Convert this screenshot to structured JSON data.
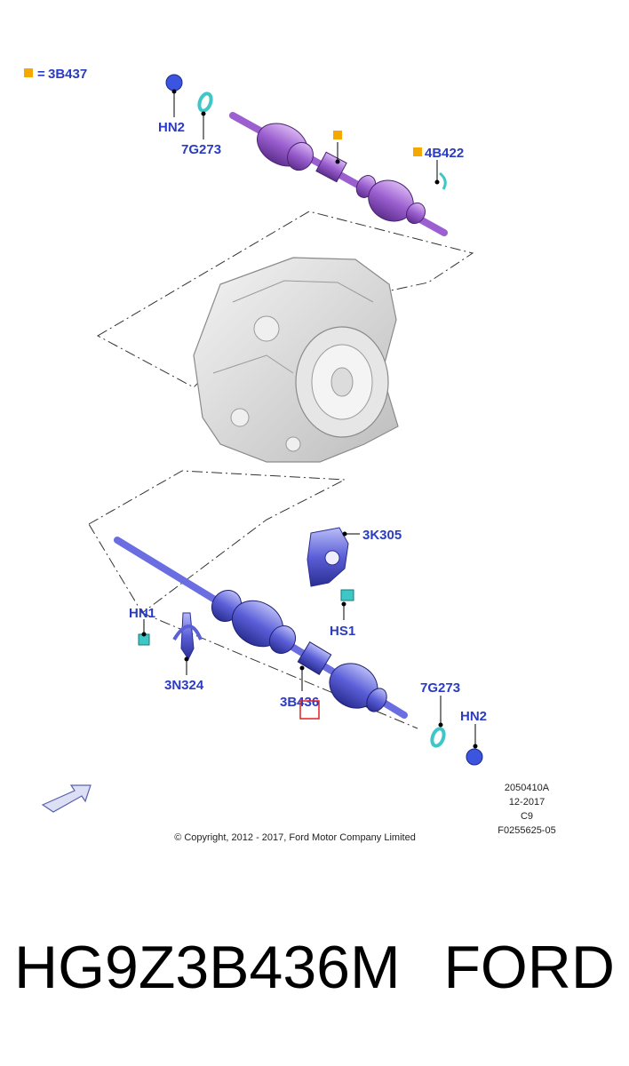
{
  "legend": {
    "text": "3B437",
    "color": "#f5a800"
  },
  "callouts": {
    "hn2_top": "HN2",
    "g7273_top": "7G273",
    "b4422": "4B422",
    "k3305": "3K305",
    "hn1": "HN1",
    "hs1": "HS1",
    "n3324": "3N324",
    "b3436": "3B436",
    "g7273_bottom": "7G273",
    "hn2_bottom": "HN2"
  },
  "meta": {
    "line1": "2050410A",
    "line2": "12-2017",
    "line3": "C9",
    "line4": "F0255625-05"
  },
  "copyright": "© Copyright, 2012 - 2017, Ford Motor Company Limited",
  "footer": {
    "part_number": "HG9Z3B436M",
    "brand": "FORD"
  },
  "colors": {
    "callout": "#2a3bc4",
    "upper_shaft": "#9b5fd0",
    "lower_shaft": "#5b5fd8",
    "fastener": "#3fc6c6",
    "highlight_box": "#e02020"
  },
  "icons": [
    "direction-arrow-icon",
    "legend-square-icon"
  ]
}
